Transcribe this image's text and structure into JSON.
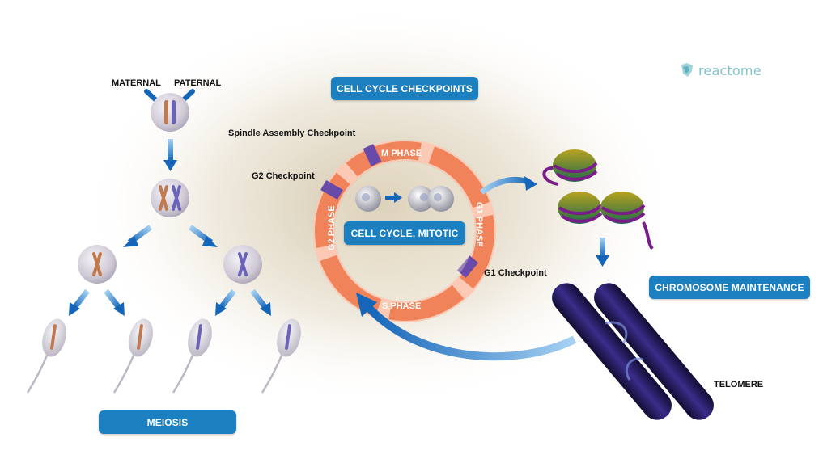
{
  "logo": {
    "text": "reactome",
    "icon": "reactome-logo-icon",
    "color": "#7fc4ce"
  },
  "boxes": {
    "cell_cycle_checkpoints": "CELL CYCLE CHECKPOINTS",
    "cell_cycle_mitotic": "CELL CYCLE, MITOTIC",
    "chromosome_maintenance": "CHROMOSOME MAINTENANCE",
    "meiosis": "MEIOSIS"
  },
  "labels": {
    "maternal": "MATERNAL",
    "paternal": "PATERNAL",
    "spindle_checkpoint": "Spindle Assembly Checkpoint",
    "g2_checkpoint": "G2 Checkpoint",
    "g1_checkpoint": "G1 Checkpoint",
    "telomere": "TELOMERE"
  },
  "phases": {
    "m": "M PHASE",
    "g1": "G1 PHASE",
    "s": "S PHASE",
    "g2": "G2 PHASE"
  },
  "colors": {
    "pill": "#1b7fc0",
    "ring": "#f0835a",
    "checkpoint": "#6a4aa8",
    "arrow": "#1565b8",
    "telomere": "#231a5c"
  }
}
